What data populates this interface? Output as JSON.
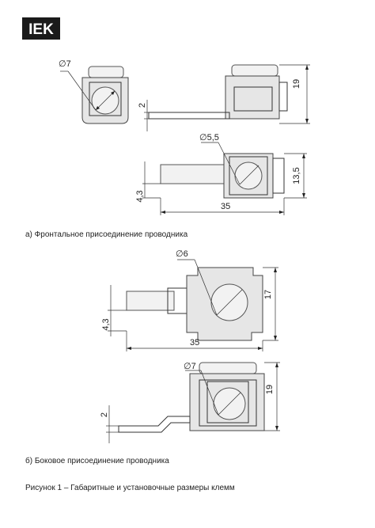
{
  "brand": {
    "logo_text": "IEK"
  },
  "figure_a": {
    "diameter_front": "∅7",
    "thickness": "2",
    "height": "19",
    "diameter_top": "∅5,5",
    "offset": "4,3",
    "length": "35",
    "width": "13,5",
    "caption": "а) Фронтальное присоединение проводника"
  },
  "figure_b": {
    "diameter_top": "∅6",
    "offset": "4,3",
    "length": "35",
    "width": "17",
    "diameter_side": "∅7",
    "height": "19",
    "thickness": "2",
    "caption": "б) Боковое присоединение проводника"
  },
  "figure_caption": "Рисунок 1 – Габаритные и установочные размеры клемм"
}
